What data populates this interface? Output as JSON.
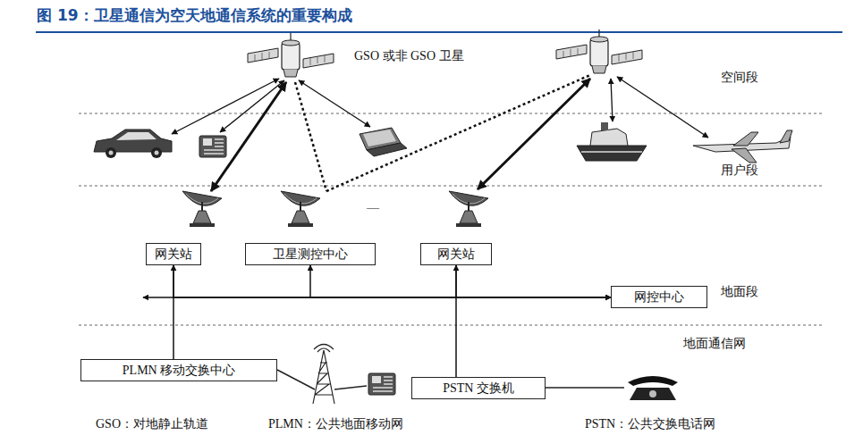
{
  "diagram": {
    "title": "图 19：卫星通信为空天地通信系统的重要构成",
    "nodes": [
      {
        "text": [
          "网关站"
        ]
      },
      {
        "text": [
          "卫星测控中心"
        ]
      },
      {
        "text": [
          "网关站"
        ]
      },
      {
        "text": [
          "网控中心"
        ]
      },
      {
        "text": [
          "PLMN 移动交换中心"
        ]
      },
      {
        "text": [
          "PSTN 交换机"
        ]
      }
    ],
    "edges": [
      {
        "from": 0,
        "to": 3,
        "arrow": "both"
      },
      {
        "from": 1,
        "to": 3,
        "arrow": "both"
      },
      {
        "from": 2,
        "to": 3,
        "arrow": "both"
      },
      {
        "from": 0,
        "to": 4,
        "arrow": "none"
      },
      {
        "from": 2,
        "to": 5,
        "arrow": "none"
      }
    ],
    "labels": [
      "GSO 或非 GSO 卫星",
      "空间段",
      "用户段",
      "—",
      "地面段",
      "地面通信网",
      "GSO：对地静止轨道",
      "PLMN：公共地面移动网",
      "PSTN：公共交换电话网"
    ]
  }
}
